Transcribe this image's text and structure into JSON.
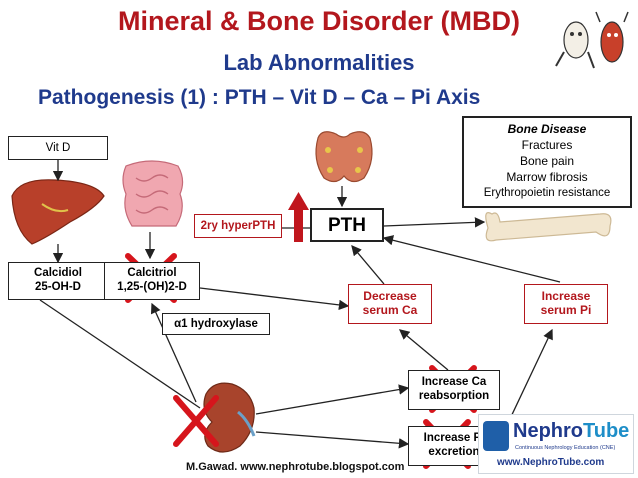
{
  "titles": {
    "main": "Mineral & Bone Disorder (MBD)",
    "sub": "Lab Abnormalities",
    "pathogenesis": "Pathogenesis (1) : PTH – Vit D – Ca – Pi Axis"
  },
  "boxes": {
    "vitd": "Vit D",
    "calcidiol": [
      "Calcidiol",
      "25-OH-D"
    ],
    "calcitriol": [
      "Calcitriol",
      "1,25-(OH)2-D"
    ],
    "hydroxylase": "α1 hydroxylase",
    "hyperpth": "2ry hyperPTH",
    "pth": "PTH",
    "decrease_ca": [
      "Decrease",
      "serum Ca"
    ],
    "increase_pi": [
      "Increase",
      "serum Pi"
    ],
    "ca_reabsorption": [
      "Increase Ca",
      "reabsorption"
    ],
    "pi_excretion": [
      "Increase Pi",
      "excretion"
    ]
  },
  "bone_disease": {
    "heading": "Bone Disease",
    "items": [
      "Fractures",
      "Bone pain",
      "Marrow fibrosis",
      "Erythropoietin resistance"
    ]
  },
  "footer": {
    "credit": "M.Gawad.  www.nephrotube.blogspot.com",
    "logo_text_1": "Nephro",
    "logo_text_2": "Tube",
    "logo_tagline": "Continuous Nephrology Education (CNE)",
    "logo_url": "www.NephroTube.com"
  },
  "colors": {
    "title_red": "#b3171d",
    "title_blue": "#1f3a8c",
    "cross_red": "#d6151c",
    "arrow_dark": "#222222"
  }
}
